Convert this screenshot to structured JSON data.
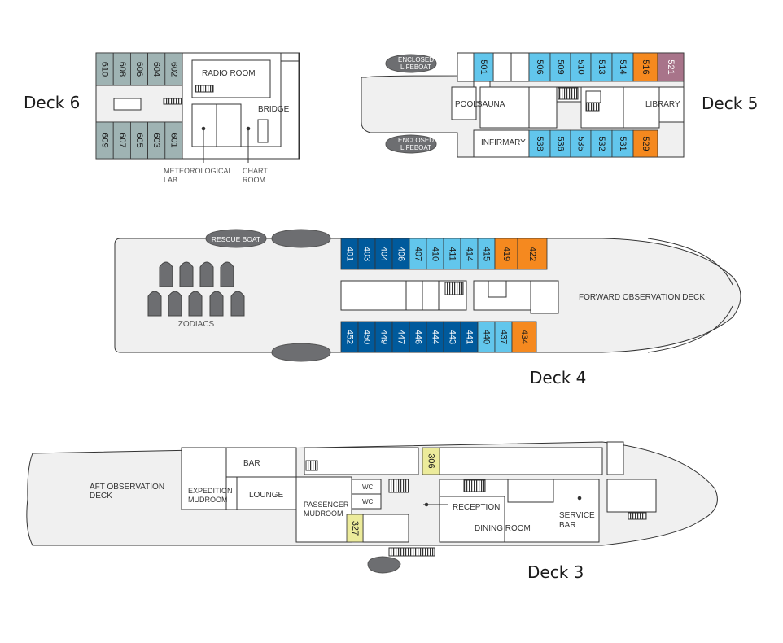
{
  "decks": {
    "d6": "Deck 6",
    "d5": "Deck 5",
    "d4": "Deck 4",
    "d3": "Deck 3"
  },
  "rooms": {
    "radio_room": "RADIO ROOM",
    "bridge": "BRIDGE",
    "met_lab_1": "METEOROLOGICAL",
    "met_lab_2": "LAB",
    "chart_1": "CHART",
    "chart_2": "ROOM",
    "lifeboat_1": "ENCLOSED",
    "lifeboat_2": "LIFEBOAT",
    "pool": "POOL",
    "sauna": "SAUNA",
    "infirmary": "INFIRMARY",
    "library": "LIBRARY",
    "rescue_boat": "RESCUE BOAT",
    "zodiacs": "ZODIACS",
    "forward_obs": "FORWARD OBSERVATION DECK",
    "aft_obs_1": "AFT OBSERVATION",
    "aft_obs_2": "DECK",
    "bar": "BAR",
    "exp_mud_1": "EXPEDITION",
    "exp_mud_2": "MUDROOM",
    "lounge": "LOUNGE",
    "pass_mud_1": "PASSENGER",
    "pass_mud_2": "MUDROOM",
    "wc": "WC",
    "reception": "RECEPTION",
    "dining": "DINING ROOM",
    "service_1": "SERVICE",
    "service_2": "BAR"
  },
  "legend_colors": {
    "cat_grey": "#9fb3b3",
    "cat_darkblue": "#005a9c",
    "cat_lightblue": "#62c6ec",
    "cat_orange": "#f5891f",
    "cat_mauve": "#a8748a",
    "cat_yellow": "#eceb9b"
  },
  "cabins": {
    "deck6_top": [
      "610",
      "608",
      "606",
      "604",
      "602"
    ],
    "deck6_bottom": [
      "609",
      "607",
      "605",
      "603",
      "601"
    ],
    "deck5_top": [
      "501",
      "506",
      "509",
      "510",
      "513",
      "514",
      "516",
      "521"
    ],
    "deck5_bottom": [
      "538",
      "536",
      "535",
      "532",
      "531",
      "529"
    ],
    "deck4_top": [
      "401",
      "403",
      "404",
      "406",
      "407",
      "410",
      "411",
      "414",
      "415",
      "419",
      "422"
    ],
    "deck4_bottom": [
      "452",
      "450",
      "449",
      "447",
      "446",
      "444",
      "443",
      "441",
      "440",
      "437",
      "434"
    ],
    "deck3": [
      "306",
      "327"
    ]
  }
}
